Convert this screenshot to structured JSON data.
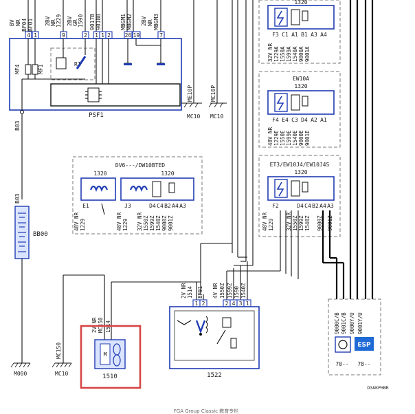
{
  "psf1": {
    "label": "PSF1",
    "pins": [
      "4",
      "1",
      "9",
      "2",
      "1",
      "1",
      "2",
      "26",
      "19",
      "7"
    ],
    "top_labels": [
      {
        "l1": "BV",
        "l2": "NR",
        "l3": "BF04"
      },
      {
        "l1": "",
        "l2": "",
        "l3": "BF01"
      },
      {
        "l1": "2BV",
        "l2": "NR",
        "l3": "1229"
      },
      {
        "l1": "2BV",
        "l2": "GR",
        "l3": "1590"
      },
      {
        "l1": "",
        "l2": "",
        "l3": "9017B"
      },
      {
        "l1": "",
        "l2": "",
        "l3": "9018B"
      },
      {
        "l1": "",
        "l2": "",
        "l3": "MBGM1"
      },
      {
        "l1": "",
        "l2": "",
        "l3": "MBGM2"
      },
      {
        "l1": "2BV",
        "l2": "NR",
        "l3": "MBGM3"
      }
    ],
    "mf_left": "MF4",
    "mf_right": "MF1",
    "relay": "R1"
  },
  "bb00": {
    "label": "BB00",
    "wire_top": "B03",
    "wire_upper": "B03"
  },
  "grounds": {
    "me10p": "ME10P",
    "mc10p": "MC10P",
    "mc10_a": "MC10",
    "mc10_b": "MC10",
    "m000": "M000",
    "mc150": "MC150",
    "mc10_c": "MC10"
  },
  "box_top": {
    "title": "1320",
    "pins": [
      "F3",
      "C1",
      "A1",
      "B1",
      "A3",
      "A4"
    ],
    "wires": [
      "32V NR",
      "1229A",
      "1550A",
      "1599A",
      "1540A",
      "9000A",
      "9001A"
    ]
  },
  "box_ew10a": {
    "title": "EW10A",
    "subtitle": "1320",
    "pins": [
      "F4",
      "E4",
      "C3",
      "D4",
      "A2",
      "A1"
    ],
    "wires": [
      "48V NR",
      "1229E",
      "1550E",
      "1599E",
      "1540E",
      "9000E",
      "9001E"
    ]
  },
  "box_et3": {
    "title": "ET3/EW10J4/EW10J4S",
    "subtitle": "1320",
    "pins": [
      "F2",
      "D4",
      "C4",
      "B2",
      "A4",
      "A3"
    ],
    "wires": [
      "48V NR",
      "1229",
      "32V NR",
      "1550Z",
      "1599Z",
      "1540Z",
      "9000Z",
      "9001Z"
    ]
  },
  "box_dv6": {
    "title": "DV6---/DW10BTED",
    "left_title": "1320",
    "right_title": "1320",
    "left_pins": [
      "E1",
      "J3"
    ],
    "right_pins": [
      "D4",
      "C4",
      "B2",
      "A4",
      "A3"
    ],
    "left_wires": [
      "48V NR",
      "1229"
    ],
    "mid_wires": [
      "48V NR",
      "1229"
    ],
    "right_wires": [
      "32V NR",
      "1550Z",
      "1599Z",
      "1540Z",
      "9000Z",
      "9001Z"
    ]
  },
  "c1510": {
    "label": "1510",
    "wires": [
      "2V NR",
      "MC150",
      "1514"
    ],
    "motor": "M"
  },
  "c1522": {
    "label": "1522",
    "pins": [
      "1",
      "2",
      "2",
      "4",
      "3",
      "1"
    ],
    "wires_left": [
      "2V NR",
      "1514",
      "BF01"
    ],
    "wires_right": [
      "4V NR",
      "1550Z",
      "1599Z",
      "1590",
      "1540Z"
    ]
  },
  "esp": {
    "label_left": "70--",
    "label_right": "78--",
    "esp_text": "ESP",
    "wires": [
      "9000C/B",
      "9001C/B",
      "9000Y/U",
      "9001Y/U"
    ]
  },
  "ref": "D3AKPHBR",
  "footer": "FGA Group Classic 教育专栏"
}
